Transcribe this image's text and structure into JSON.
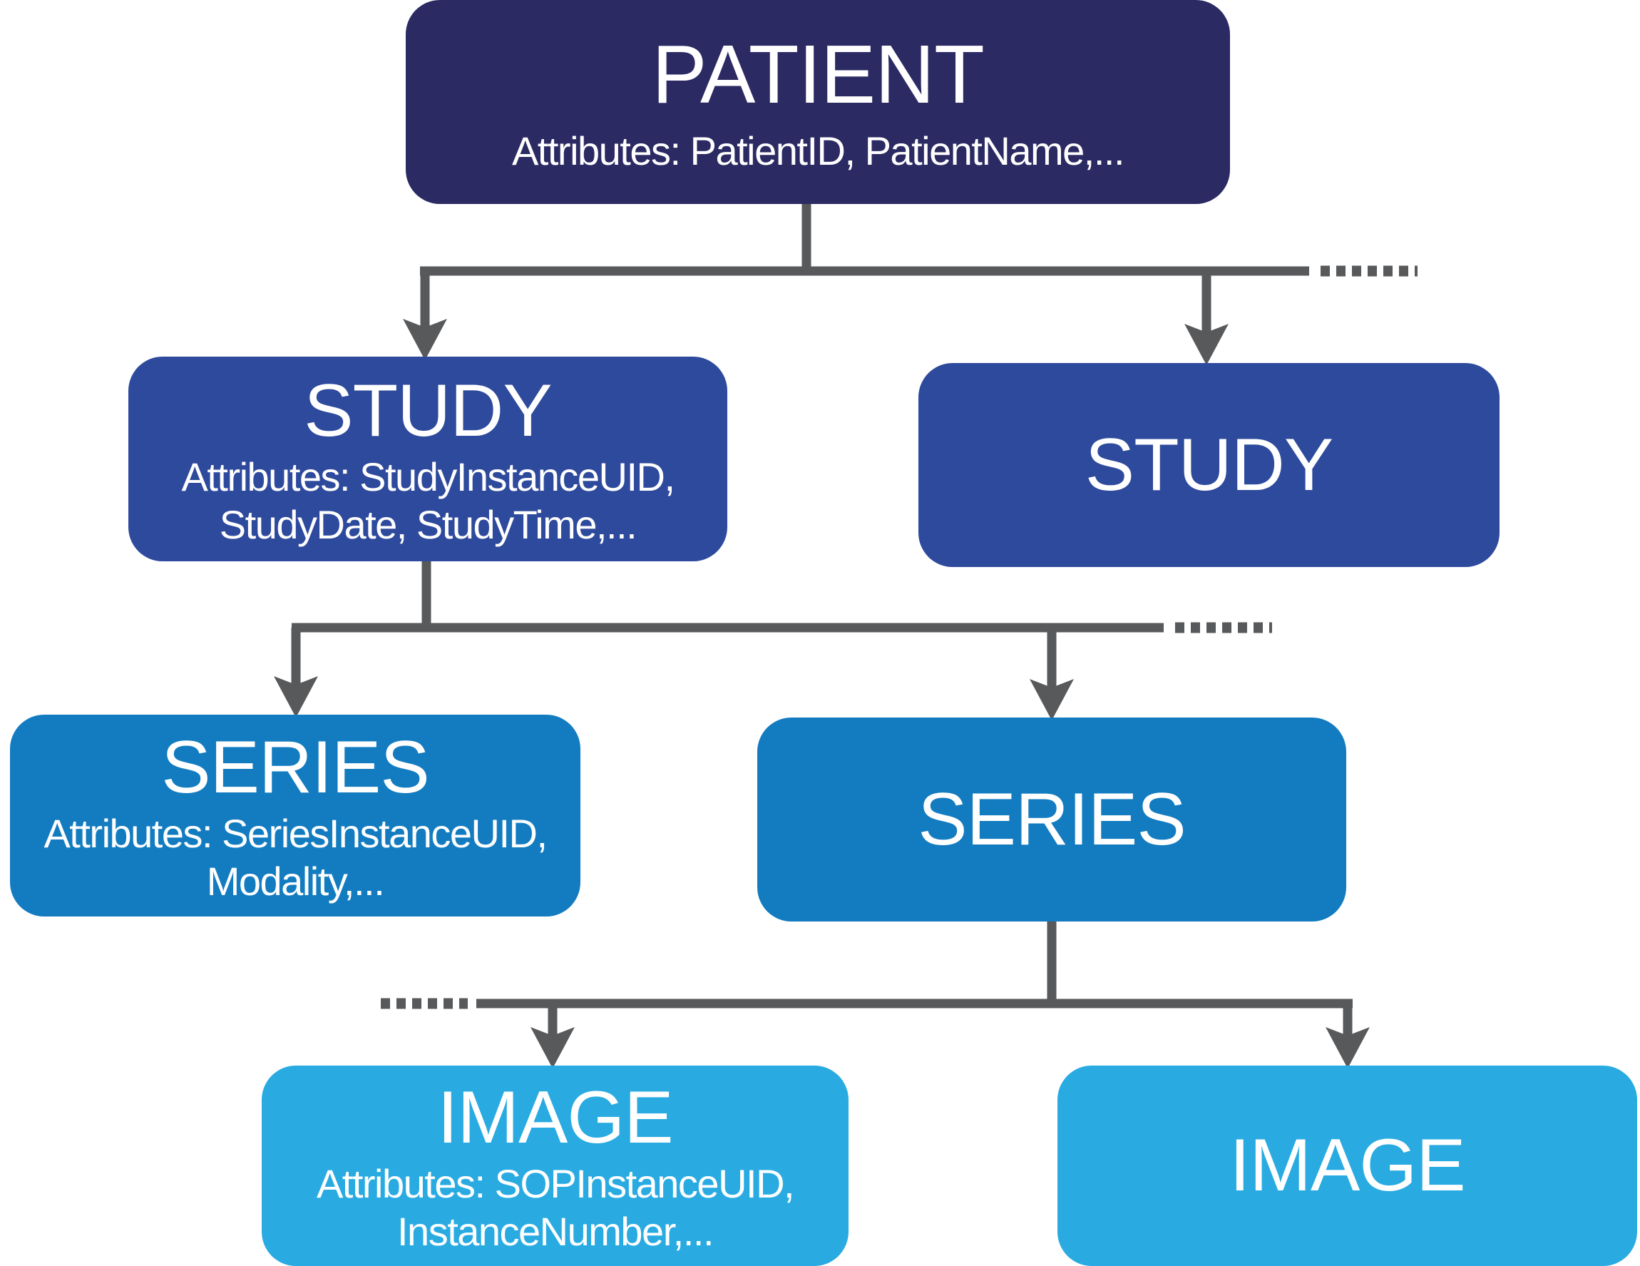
{
  "nodes": {
    "patient": {
      "title": "PATIENT",
      "attributes": "Attributes: PatientID, PatientName,..."
    },
    "study_left": {
      "title": "STUDY",
      "attr_line1": "Attributes: StudyInstanceUID,",
      "attr_line2": "StudyDate, StudyTime,..."
    },
    "study_right": {
      "title": "STUDY"
    },
    "series_left": {
      "title": "SERIES",
      "attr_line1": "Attributes: SeriesInstanceUID,",
      "attr_line2": "Modality,..."
    },
    "series_right": {
      "title": "SERIES"
    },
    "image_left": {
      "title": "IMAGE",
      "attr_line1": "Attributes: SOPInstanceUID,",
      "attr_line2": "InstanceNumber,..."
    },
    "image_right": {
      "title": "IMAGE"
    }
  },
  "colors": {
    "patient_fill": "#2B2A63",
    "study_fill": "#2E4A9D",
    "series_fill": "#137CC0",
    "image_fill": "#29ABE2",
    "connector": "#58595B",
    "text": "#FFFFFF",
    "background": "#FFFFFF"
  }
}
